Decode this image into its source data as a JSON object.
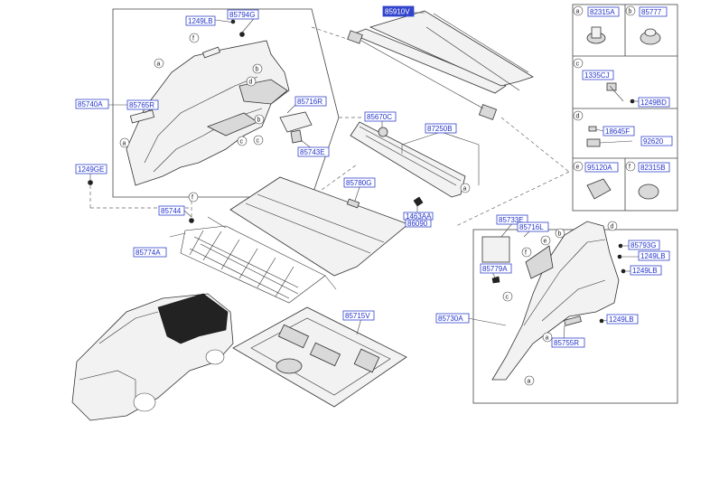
{
  "parts": {
    "p85910V": "85910V",
    "p1249LB_a": "1249LB",
    "p85794G": "85794G",
    "p85740A": "85740A",
    "p85765R": "85765R",
    "p85716R": "85716R",
    "p85743E": "85743E",
    "p1249GE": "1249GE",
    "p85744": "85744",
    "p85670C": "85670C",
    "p87250B": "87250B",
    "p85780G": "85780G",
    "p1463AA": "1463AA",
    "p86090": "86090",
    "p85774A": "85774A",
    "p85715V": "85715V",
    "p85733E": "85733E",
    "p85716L": "85716L",
    "p85779A": "85779A",
    "p85793G": "85793G",
    "p1249LB_b": "1249LB",
    "p1249LB_c": "1249LB",
    "p1249LB_d": "1249LB",
    "p85730A": "85730A",
    "p85755R": "85755R",
    "p82315A": "82315A",
    "p85777": "85777",
    "p1335CJ": "1335CJ",
    "p1249BD": "1249BD",
    "p18645F": "18645F",
    "p92620": "92620",
    "p95120A": "95120A",
    "p82315B": "82315B"
  },
  "letters": {
    "a": "a",
    "b": "b",
    "c": "c",
    "d": "d",
    "e": "e",
    "f": "f"
  }
}
